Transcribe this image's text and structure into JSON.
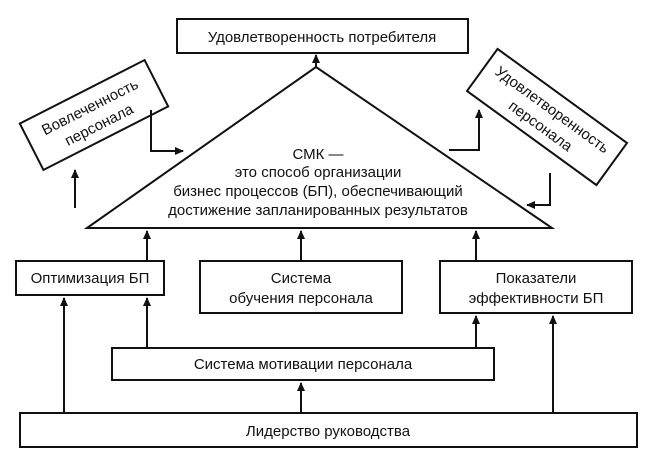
{
  "nodes": {
    "customer_satisfaction": "Удовлетворенность потребителя",
    "qms_title": "СМК —",
    "qms_line1": "это способ организации",
    "qms_line2": "бизнес процессов (БП), обеспечивающий",
    "qms_line3": "достижение запланированных результатов",
    "involvement_line1": "Вовлеченность",
    "involvement_line2": "персонала",
    "staff_satisfaction_line1": "Удовлетворенность",
    "staff_satisfaction_line2": "персонала",
    "optimization": "Оптимизация БП",
    "training_line1": "Система",
    "training_line2": "обучения персонала",
    "kpi_line1": "Показатели",
    "kpi_line2": "эффективности БП",
    "motivation": "Система мотивации персонала",
    "leadership": "Лидерство руководства"
  }
}
